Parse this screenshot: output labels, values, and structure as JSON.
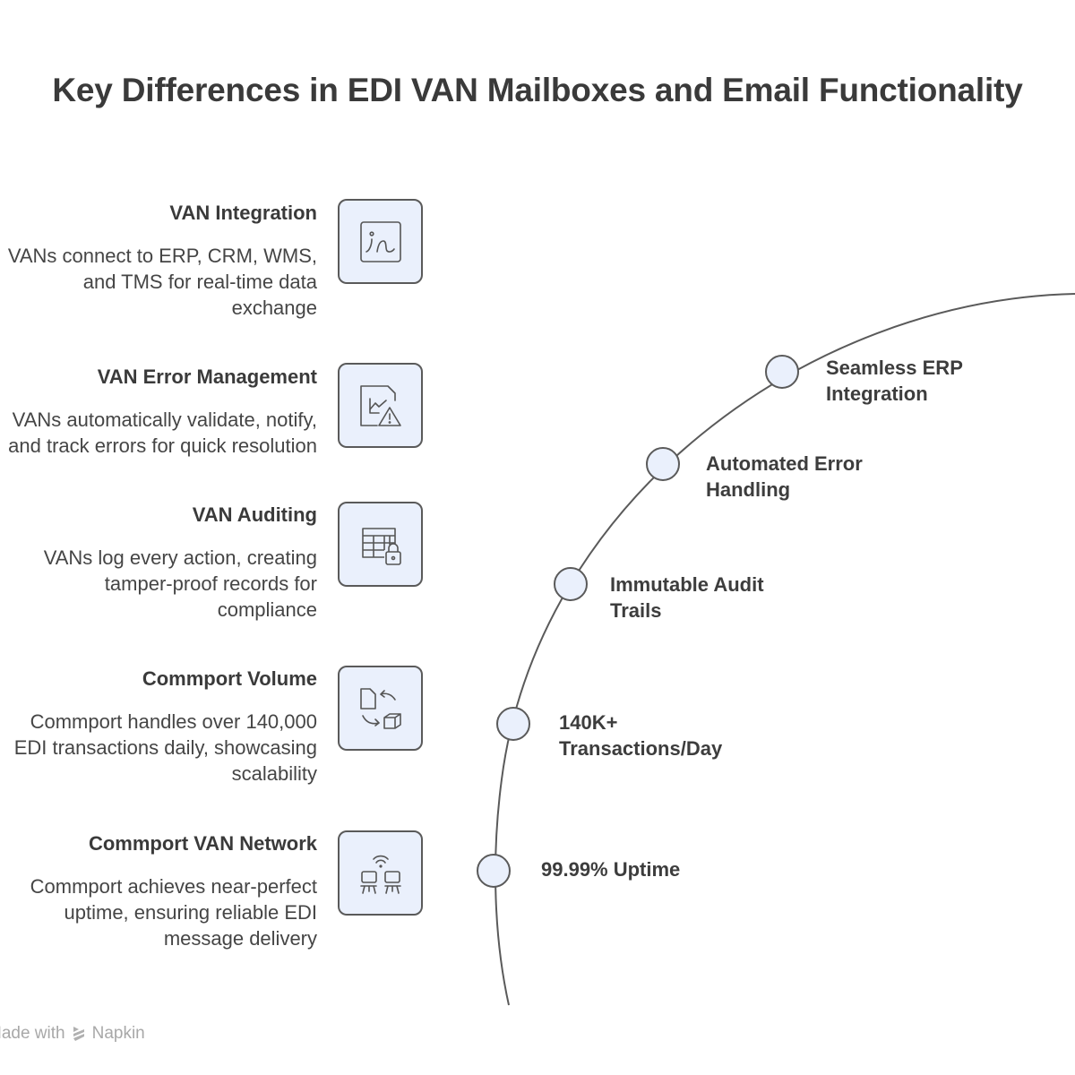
{
  "title": "Key Differences in EDI VAN Mailboxes and Email Functionality",
  "items": [
    {
      "heading": "VAN Integration",
      "lines": [
        "VANs connect to ERP, CRM, WMS,",
        "and TMS for real-time data",
        "exchange"
      ],
      "icon": "integration-icon"
    },
    {
      "heading": "VAN Error Management",
      "lines": [
        "VANs automatically validate, notify,",
        "and track errors for quick resolution"
      ],
      "icon": "chart-warning-icon"
    },
    {
      "heading": "VAN Auditing",
      "lines": [
        "VANs log every action, creating",
        "tamper-proof records for",
        "compliance"
      ],
      "icon": "table-lock-icon"
    },
    {
      "heading": "Commport Volume",
      "lines": [
        "Commport handles over 140,000",
        "EDI transactions daily, showcasing",
        "scalability"
      ],
      "icon": "document-exchange-icon"
    },
    {
      "heading": "Commport VAN Network",
      "lines": [
        "Commport achieves near-perfect",
        "uptime, ensuring reliable EDI",
        "message delivery"
      ],
      "icon": "network-icon"
    }
  ],
  "nodes": [
    {
      "lines": [
        "Seamless ERP",
        "Integration"
      ]
    },
    {
      "lines": [
        "Automated Error",
        "Handling"
      ]
    },
    {
      "lines": [
        "Immutable Audit",
        "Trails"
      ]
    },
    {
      "lines": [
        "140K+",
        "Transactions/Day"
      ]
    },
    {
      "lines": [
        "99.99% Uptime"
      ]
    }
  ],
  "footer": {
    "text": "Made with",
    "brand": "Napkin"
  }
}
